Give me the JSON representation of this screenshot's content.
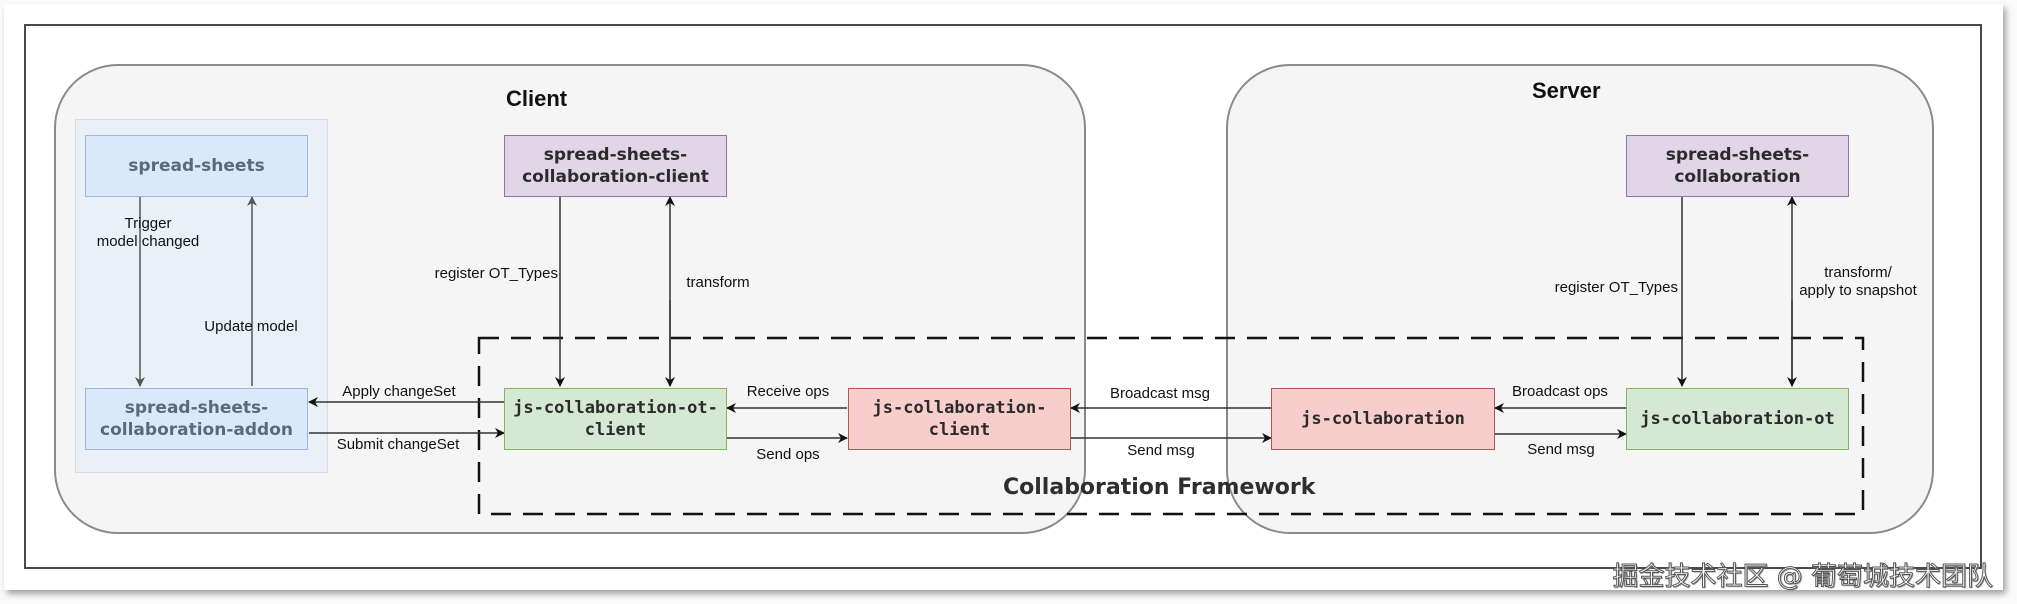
{
  "regions": {
    "client": {
      "title": "Client"
    },
    "server": {
      "title": "Server"
    },
    "framework": {
      "title": "Collaboration Framework"
    }
  },
  "nodes": {
    "spread_sheets": "spread-sheets",
    "addon": "spread-sheets-\ncollaboration-addon",
    "collab_client": "spread-sheets-\ncollaboration-client",
    "ot_client": "js-collaboration-ot-\nclient",
    "js_collab_client": "js-collaboration-\nclient",
    "js_collab": "js-collaboration",
    "js_collab_ot": "js-collaboration-ot",
    "server_collab": "spread-sheets-\ncollaboration"
  },
  "edges": {
    "trigger": "Trigger\nmodel changed",
    "update_model": "Update model",
    "apply_changeset": "Apply changeSet",
    "submit_changeset": "Submit changeSet",
    "register_client": "register OT_Types",
    "transform_client": "transform",
    "receive_ops": "Receive ops",
    "send_ops": "Send ops",
    "broadcast_msg": "Broadcast msg",
    "send_msg_1": "Send msg",
    "broadcast_ops": "Broadcast ops",
    "send_msg_2": "Send msg",
    "register_server": "register OT_Types",
    "transform_server": "transform/\napply to snapshot"
  },
  "colors": {
    "blue_fill": "#dae8fc",
    "purple_fill": "#e1d5e7",
    "green_fill": "#d5e8d4",
    "red_fill": "#f8cecc"
  },
  "watermark": "掘金技术社区 @ 葡萄城技术团队"
}
